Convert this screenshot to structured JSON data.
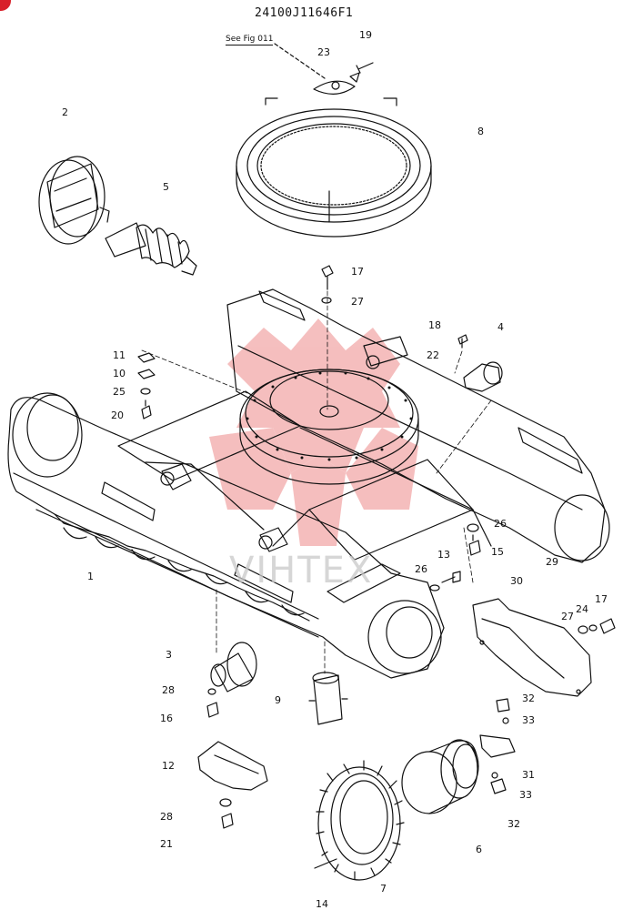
{
  "drawing": {
    "code": "24100J11646F1",
    "see_ref": "See Fig 011",
    "watermark": "VIHTEX"
  },
  "part_callouts": [
    "1",
    "2",
    "3",
    "4",
    "5",
    "7",
    "6",
    "8",
    "9",
    "10",
    "11",
    "12",
    "13",
    "14",
    "15",
    "16",
    "17",
    "17",
    "18",
    "19",
    "20",
    "21",
    "22",
    "23",
    "24",
    "25",
    "26",
    "26",
    "27",
    "27",
    "28",
    "28",
    "29",
    "30",
    "31",
    "32",
    "32",
    "33",
    "33"
  ],
  "labels": {
    "l1": "1",
    "l2": "2",
    "l3": "3",
    "l4": "4",
    "l5": "5",
    "l6": "6",
    "l7": "7",
    "l8": "8",
    "l9": "9",
    "l10": "10",
    "l11": "11",
    "l12": "12",
    "l13": "13",
    "l14": "14",
    "l15": "15",
    "l16": "16",
    "l17a": "17",
    "l17b": "17",
    "l18": "18",
    "l19": "19",
    "l20": "20",
    "l21": "21",
    "l22": "22",
    "l23": "23",
    "l24": "24",
    "l25": "25",
    "l26a": "26",
    "l26b": "26",
    "l27a": "27",
    "l27b": "27",
    "l28a": "28",
    "l28b": "28",
    "l29": "29",
    "l30": "30",
    "l31": "31",
    "l32a": "32",
    "l32b": "32",
    "l33a": "33",
    "l33b": "33"
  },
  "colors": {
    "line": "#111111",
    "watermark_red": "#f2a9a9",
    "corner_mark": "#d8202a",
    "watermark_text": "#c9c9c9"
  }
}
